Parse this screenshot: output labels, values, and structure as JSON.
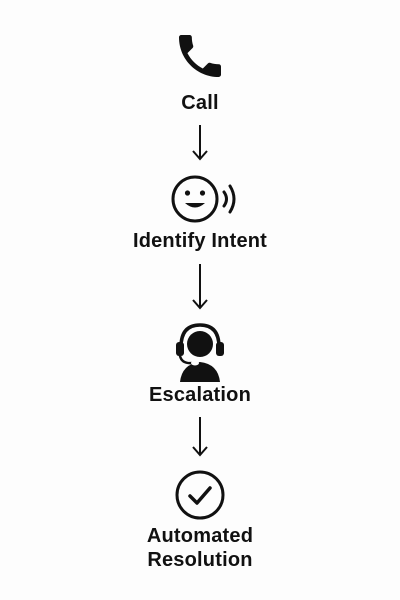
{
  "flow": {
    "steps": [
      {
        "label": "Call",
        "icon": "phone-icon"
      },
      {
        "label": "Identify Intent",
        "icon": "smiling-voice-icon"
      },
      {
        "label": "Escalation",
        "icon": "headset-agent-icon"
      },
      {
        "label": "Automated Resolution",
        "label_lines": [
          "Automated",
          "Resolution"
        ],
        "icon": "check-circle-icon"
      }
    ],
    "colors": {
      "ink": "#111111",
      "background": "#fdfdfd"
    }
  }
}
